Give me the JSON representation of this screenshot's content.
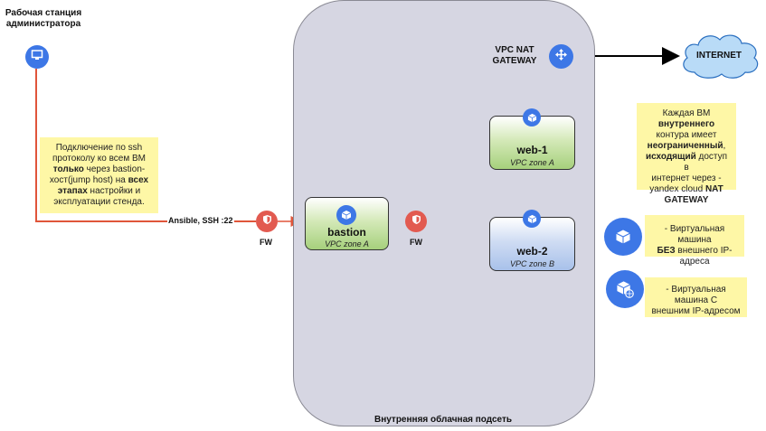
{
  "admin": {
    "title_line1": "Рабочая станция",
    "title_line2": "администратора",
    "icon": "monitor-icon"
  },
  "note_ssh": {
    "line1": "Подключение по ssh",
    "line2": "протоколу ко всем ВМ",
    "line3_bold": "только",
    "line3_rest": " через bastion-",
    "line4": "хост(jump host) на ",
    "line4_bold": "всех",
    "line5_bold": "этапах",
    "line5_rest": " настройки и",
    "line6": "эксплуатации стенда."
  },
  "ssh_label": "Ansible, SSH :22",
  "fw": {
    "label": "FW",
    "icon": "shield-icon"
  },
  "nat": {
    "line1": "VPC NAT",
    "line2": "GATEWAY",
    "icon": "move-arrows-icon"
  },
  "internet": {
    "label": "INTERNET"
  },
  "vms": {
    "bastion": {
      "name": "bastion",
      "zone": "VPC zone A"
    },
    "web1": {
      "name": "web-1",
      "zone": "VPC zone A"
    },
    "web2": {
      "name": "web-2",
      "zone": "VPC zone B"
    }
  },
  "subnet_label": "Внутренняя облачная подсеть",
  "note_nat": {
    "line1a": "Каждая ВМ ",
    "line1b_bold": "внутреннего",
    "line2": "контура имеет",
    "line3_bold": "неограниченный",
    "line3_rest": ",",
    "line4_bold": "исходящий",
    "line4_rest": " доступ в",
    "line5": "интернет через -",
    "line6a": "yandex cloud ",
    "line6b_bold": "NAT",
    "line7_bold": "GATEWAY"
  },
  "legend": {
    "internal": {
      "line1": "- Виртуальная машина",
      "line2_bold": "БЕЗ",
      "line2_rest": " внешнего IP-адреса"
    },
    "external": {
      "line1": "- Виртуальная машина С",
      "line2": "внешним IP-адресом"
    }
  },
  "colors": {
    "accent_blue": "#3d77e6",
    "fw_red": "#e25a50",
    "line_red": "#e0553a",
    "note_yellow": "#fef7a6",
    "vpc_gray": "#d6d6e2",
    "cloud_blue": "#b9dbf7"
  }
}
